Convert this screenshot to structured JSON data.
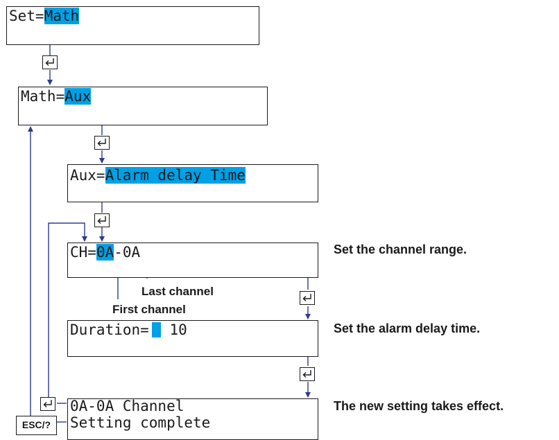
{
  "screens": {
    "set": {
      "prefix": "Set=",
      "value": "Math"
    },
    "math": {
      "prefix": "Math=",
      "value": "Aux"
    },
    "aux": {
      "prefix": "Aux=",
      "value": "Alarm delay Time"
    },
    "ch": {
      "prefix": "CH=",
      "first": "0A",
      "sep": "-",
      "last": "0A"
    },
    "duration": {
      "prefix": "Duration=",
      "value": " 10"
    },
    "complete": {
      "line1": "0A-0A Channel",
      "line2": "Setting complete"
    }
  },
  "annotations": {
    "last_channel": "Last channel",
    "first_channel": "First channel"
  },
  "notes": {
    "channel_range": "Set the channel range.",
    "alarm_delay": "Set the alarm delay time.",
    "effect": "The new setting takes effect."
  },
  "keys": {
    "enter_icon": "enter-key-icon",
    "esc_label": "ESC/?"
  },
  "colors": {
    "highlight": "#00a0e6",
    "arrow": "#2e3a8c",
    "border": "#1a1a1a"
  }
}
